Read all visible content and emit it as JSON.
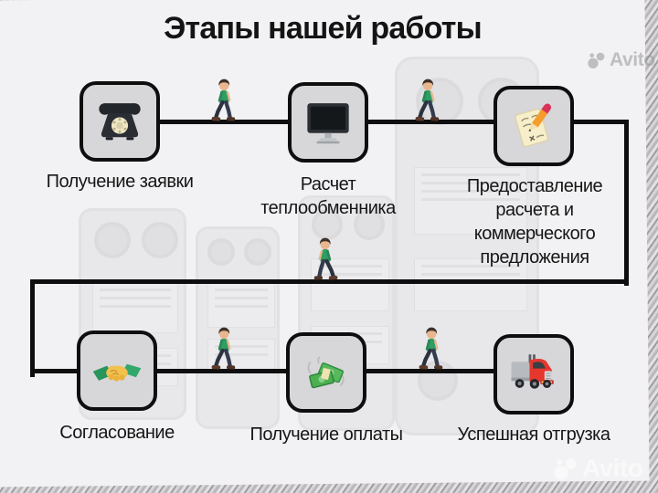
{
  "title": "Этапы нашей работы",
  "steps": [
    {
      "label": "Получение заявки",
      "icon": "rotary-phone"
    },
    {
      "label": "Расчет\nтеплообменника",
      "icon": "desktop-computer"
    },
    {
      "label": "Предоставление\nрасчета и\nкоммерческого\nпредложения",
      "icon": "memo-pencil"
    },
    {
      "label": "Согласование",
      "icon": "handshake"
    },
    {
      "label": "Получение оплаты",
      "icon": "money-banknotes"
    },
    {
      "label": "Успешная отгрузка",
      "icon": "red-truck"
    }
  ],
  "watermarks": {
    "top_right": "Avito",
    "bottom_right": "Avito"
  },
  "colors": {
    "card": "#f2f1f3",
    "box_fill": "#d7d6d9",
    "line": "#0e0e0e",
    "shirt_green": "#2e9e63",
    "truck_red": "#e5372e",
    "money_green": "#4caf50"
  }
}
